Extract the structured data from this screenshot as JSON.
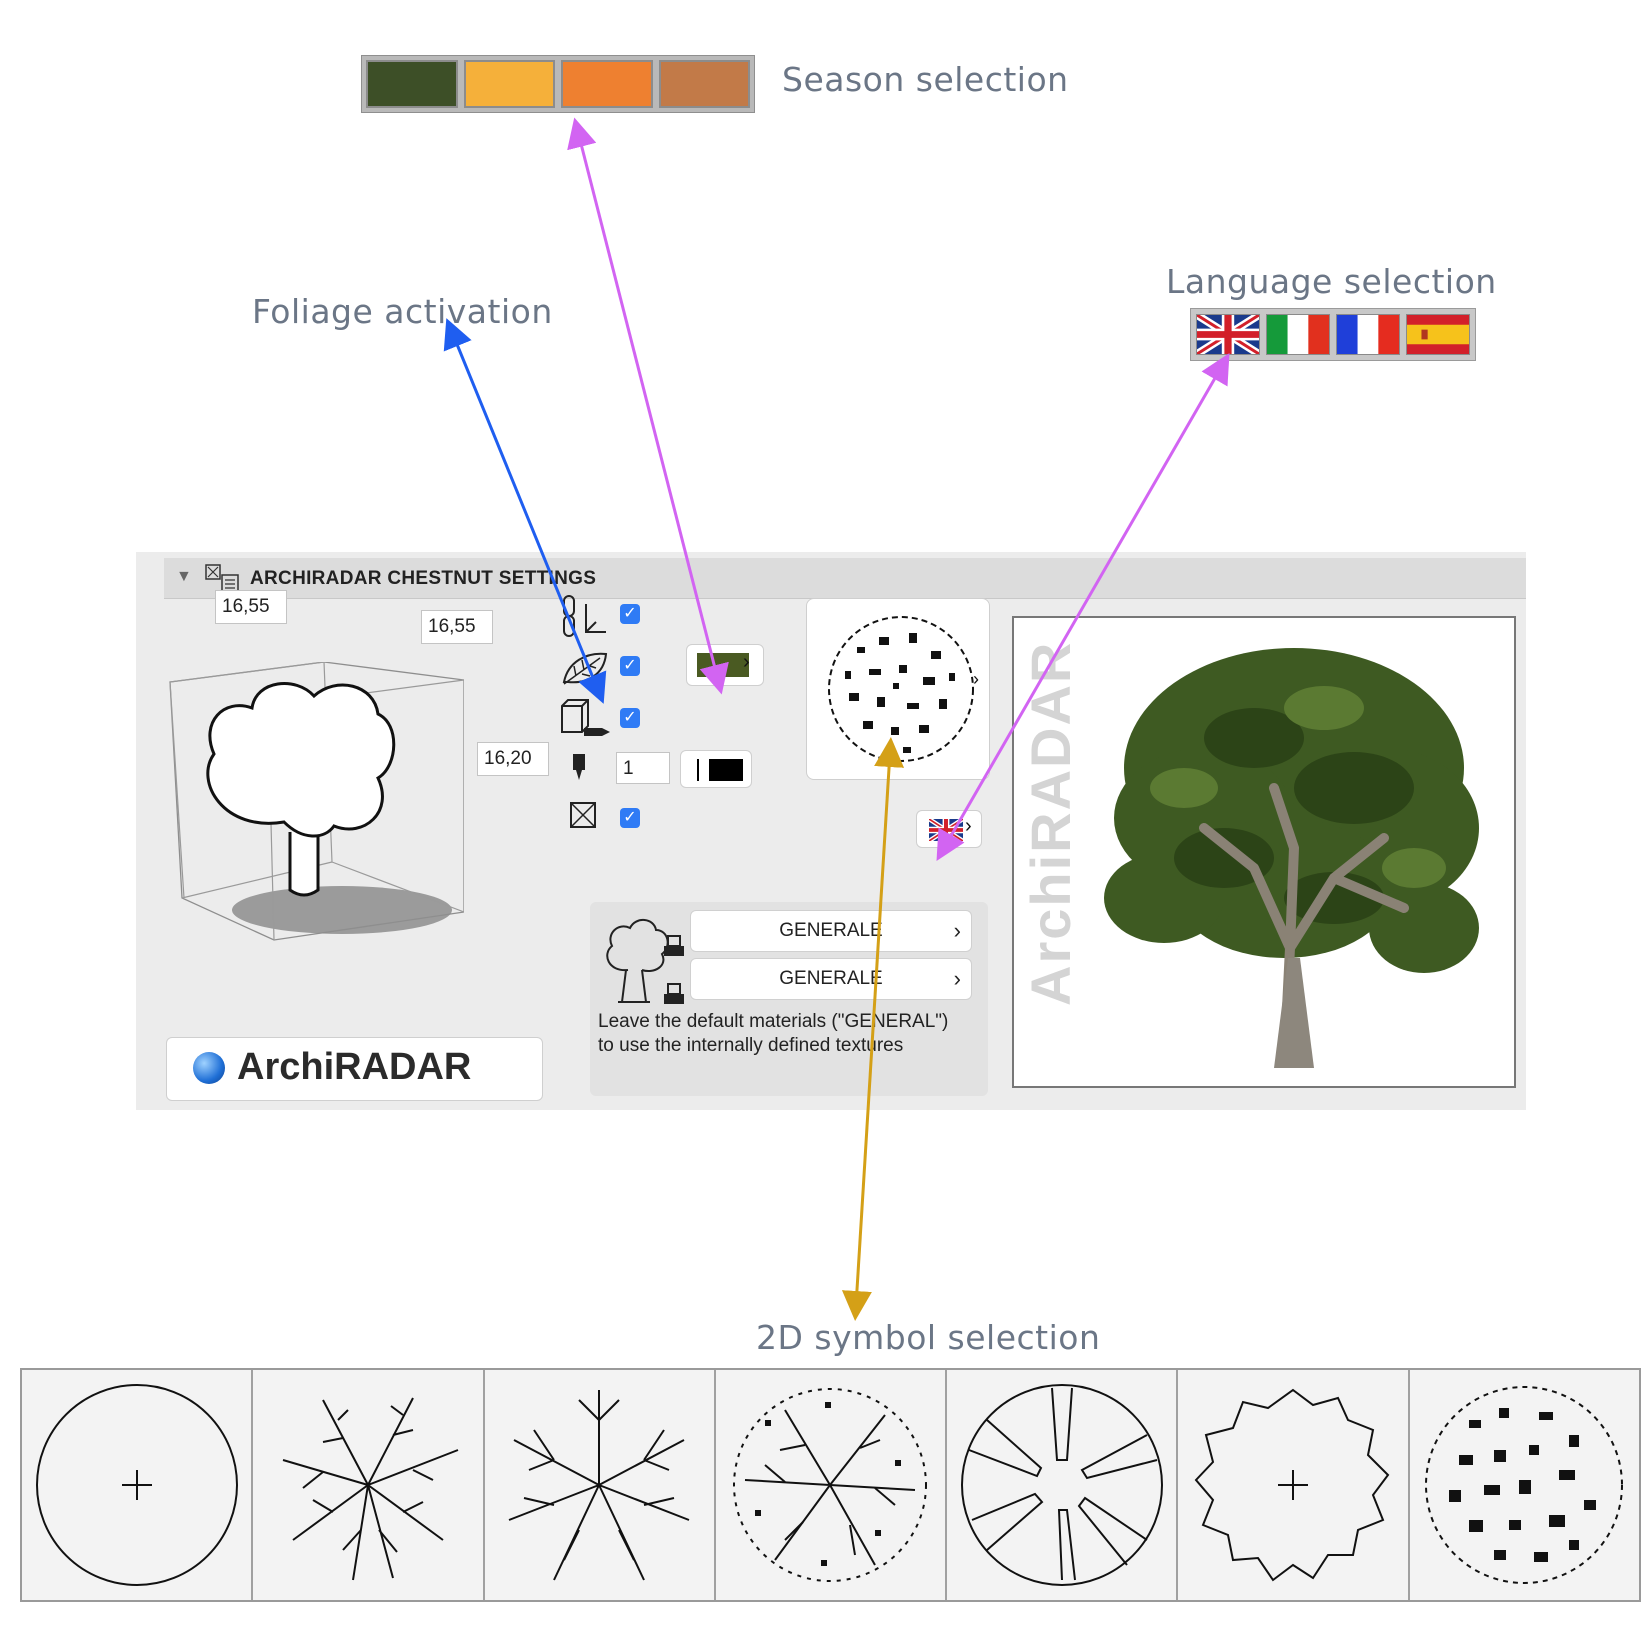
{
  "callouts": {
    "season": "Season selection",
    "foliage": "Foliage activation",
    "language": "Language selection",
    "symbol2d": "2D symbol selection"
  },
  "seasons": [
    {
      "name": "summer",
      "color": "#3d4f27"
    },
    {
      "name": "early-autumn",
      "color": "#f5b03a"
    },
    {
      "name": "autumn",
      "color": "#ee8030"
    },
    {
      "name": "late-autumn",
      "color": "#c27a48"
    }
  ],
  "languages": [
    "uk-flag-icon",
    "italy-flag-icon",
    "france-flag-icon",
    "spain-flag-icon"
  ],
  "panel": {
    "title": "ARCHIRADAR CHESTNUT SETTINGS",
    "dim_width": "16,55",
    "dim_depth": "16,55",
    "dim_height": "16,20",
    "pen_value": "1",
    "current_season_color": "#4a5a22",
    "materials": [
      "GENERALE",
      "GENERALE"
    ],
    "note": "Leave the default materials (\"GENERAL\") to use the internally defined textures",
    "logo_text": "ArchiRADAR",
    "preview_watermark": "ArchiRADAR"
  },
  "arrow_colors": {
    "season": "#d264f2",
    "foliage": "#1f5ef0",
    "language": "#d264f2",
    "symbol": "#d4a017"
  },
  "symbols_2d": [
    "circle-cross-symbol",
    "branch-symbol-1",
    "branch-symbol-2",
    "branch-leaf-symbol",
    "radial-segment-symbol",
    "outline-cross-symbol",
    "foliage-texture-symbol"
  ]
}
